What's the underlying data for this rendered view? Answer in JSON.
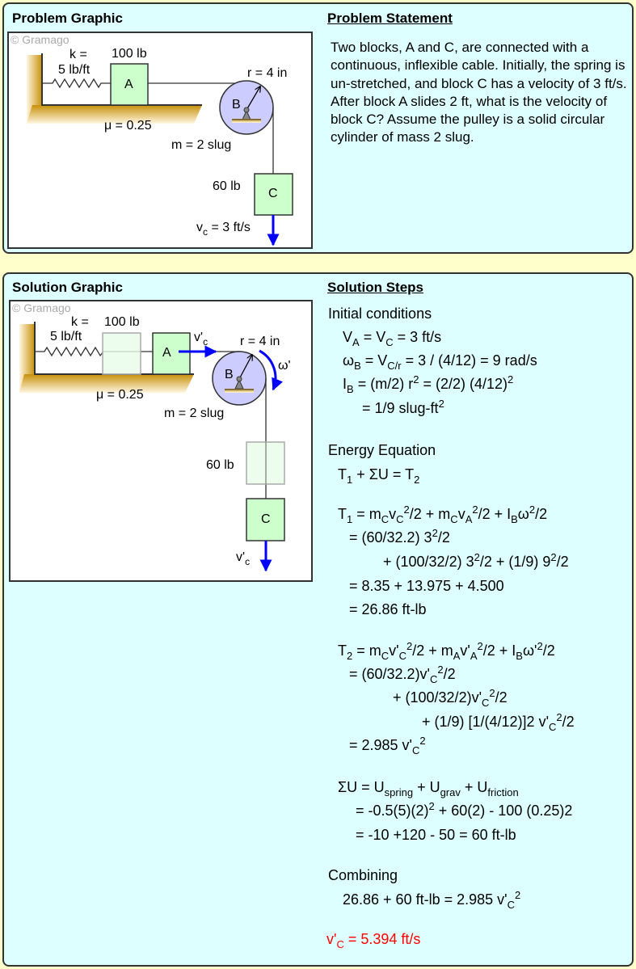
{
  "problem": {
    "graphic_title": "Problem Graphic",
    "statement_title": "Problem Statement",
    "statement": "Two blocks, A and C, are connected with a continuous, inflexible cable. Initially, the spring is un-stretched, and block C has a velocity of 3 ft/s. After block A slides 2 ft, what is the velocity of block C? Assume the pulley is a solid circular cylinder of mass 2 slug.",
    "diagram": {
      "watermark": "© Gramago",
      "k_label": "k =",
      "k_value": "5 lb/ft",
      "weight_a": "100 lb",
      "block_a": "A",
      "radius": "r = 4 in",
      "pulley": "B",
      "mu": "μ = 0.25",
      "mass": "m = 2 slug",
      "weight_c": "60 lb",
      "block_c": "C",
      "vc_main": "v",
      "vc_sub": "c",
      "vc_value": " = 3 ft/s"
    }
  },
  "solution": {
    "graphic_title": "Solution Graphic",
    "steps_title": "Solution Steps",
    "diagram": {
      "watermark": "© Gramago",
      "k_label": "k =",
      "k_value": "5 lb/ft",
      "weight_a": "100 lb",
      "block_a": "A",
      "va_main": "v'",
      "va_sub": "c",
      "radius": "r = 4 in",
      "omega": "ω'",
      "pulley": "B",
      "mu": "μ = 0.25",
      "mass": "m = 2 slug",
      "weight_c": "60 lb",
      "block_c": "C",
      "vc_main": "v'",
      "vc_sub": "c"
    },
    "lines": [
      [
        [
          "Initial conditions"
        ]
      ],
      [
        [
          "V"
        ],
        [
          "A",
          "sub"
        ],
        [
          " = V"
        ],
        [
          "C",
          "sub"
        ],
        [
          " = 3 ft/s"
        ]
      ],
      [
        [
          "ω"
        ],
        [
          "B",
          "sub"
        ],
        [
          " = V"
        ],
        [
          "C/r",
          "sub"
        ],
        [
          " = 3 / (4/12) = 9 rad/s"
        ]
      ],
      [
        [
          "I"
        ],
        [
          "B",
          "sub"
        ],
        [
          " = (m/2) r"
        ],
        [
          "2",
          "sup"
        ],
        [
          " = (2/2) (4/12)"
        ],
        [
          "2",
          "sup"
        ]
      ],
      [
        [
          "= 1/9 slug-ft"
        ],
        [
          "2",
          "sup"
        ]
      ],
      [
        [
          "Energy Equation"
        ]
      ],
      [
        [
          "T"
        ],
        [
          "1",
          "sub"
        ],
        [
          " + ΣU = T"
        ],
        [
          "2",
          "sub"
        ]
      ],
      [
        [
          "T"
        ],
        [
          "1",
          "sub"
        ],
        [
          " = m"
        ],
        [
          "C",
          "sub"
        ],
        [
          "v"
        ],
        [
          "C",
          "sub"
        ],
        [
          "2",
          "sup"
        ],
        [
          "/2 + m"
        ],
        [
          "C",
          "sub"
        ],
        [
          "v"
        ],
        [
          "A",
          "sub"
        ],
        [
          "2",
          "sup"
        ],
        [
          "/2 + I"
        ],
        [
          "B",
          "sub"
        ],
        [
          "ω"
        ],
        [
          "2",
          "sup"
        ],
        [
          "/2"
        ]
      ],
      [
        [
          "= (60/32.2) 3"
        ],
        [
          "2",
          "sup"
        ],
        [
          "/2"
        ]
      ],
      [
        [
          "+ (100/32/2) 3"
        ],
        [
          "2",
          "sup"
        ],
        [
          "/2 + (1/9) 9"
        ],
        [
          "2",
          "sup"
        ],
        [
          "/2"
        ]
      ],
      [
        [
          "= 8.35 + 13.975 + 4.500"
        ]
      ],
      [
        [
          "= 26.86 ft-lb"
        ]
      ],
      [
        [
          "T"
        ],
        [
          "2",
          "sub"
        ],
        [
          " = m"
        ],
        [
          "C",
          "sub"
        ],
        [
          "v'"
        ],
        [
          "C",
          "sub"
        ],
        [
          "2",
          "sup"
        ],
        [
          "/2 + m"
        ],
        [
          "A",
          "sub"
        ],
        [
          "v'"
        ],
        [
          "A",
          "sub"
        ],
        [
          "2",
          "sup"
        ],
        [
          "/2 + I"
        ],
        [
          "B",
          "sub"
        ],
        [
          "ω'"
        ],
        [
          "2",
          "sup"
        ],
        [
          "/2"
        ]
      ],
      [
        [
          "= (60/32.2)v'"
        ],
        [
          "C",
          "sub"
        ],
        [
          "2",
          "sup"
        ],
        [
          "/2"
        ]
      ],
      [
        [
          "+ (100/32/2)v'"
        ],
        [
          "C",
          "sub"
        ],
        [
          "2",
          "sup"
        ],
        [
          "/2"
        ]
      ],
      [
        [
          "+ (1/9) [1/(4/12)]2 v'"
        ],
        [
          "C",
          "sub"
        ],
        [
          "2",
          "sup"
        ],
        [
          "/2"
        ]
      ],
      [
        [
          "= 2.985 v'"
        ],
        [
          "C",
          "sub"
        ],
        [
          "2",
          "sup"
        ]
      ],
      [
        [
          "ΣU = U"
        ],
        [
          "spring",
          "sub"
        ],
        [
          " + U"
        ],
        [
          "grav",
          "sub"
        ],
        [
          " + U"
        ],
        [
          "friction",
          "sub"
        ]
      ],
      [
        [
          "= -0.5(5)(2)"
        ],
        [
          "2",
          "sup"
        ],
        [
          " + 60(2) - 100 (0.25)2"
        ]
      ],
      [
        [
          "= -10 +120 - 50 = 60 ft-lb"
        ]
      ],
      [
        [
          "Combining"
        ]
      ],
      [
        [
          "26.86 + 60 ft-lb = 2.985 v'"
        ],
        [
          "C",
          "sub"
        ],
        [
          "2",
          "sup"
        ]
      ],
      [
        [
          "v'"
        ],
        [
          "C",
          "sub"
        ],
        [
          " = 5.394 ft/s"
        ]
      ]
    ],
    "answer_color": "#ff0000"
  },
  "colors": {
    "background": "#ffffcc",
    "panel": "#ddffff",
    "block": "#ccffcc",
    "pulley": "#ccccff",
    "arrow": "#0000ff"
  }
}
